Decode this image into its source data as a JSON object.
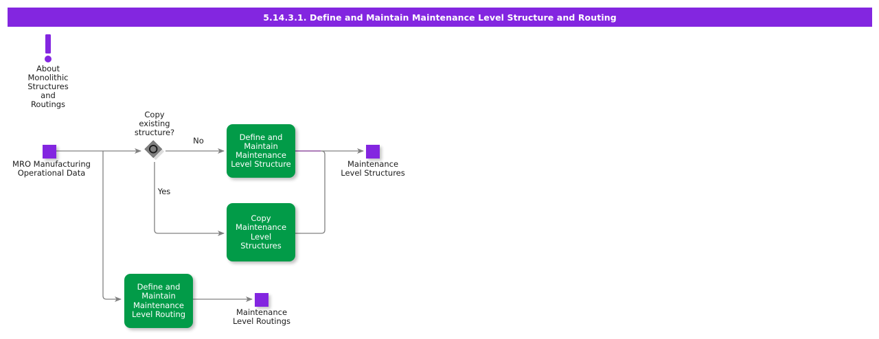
{
  "title_bar": {
    "title": "5.14.3.1. Define and Maintain Maintenance Level Structure and Routing",
    "background_color": "#8326E0",
    "text_color": "#ffffff"
  },
  "colors": {
    "purple": "#8326E0",
    "green": "#029B48",
    "diamond_gray": "#808080",
    "edge_gray": "#808080",
    "edge_purple": "#7B2D8E",
    "canvas": "#ffffff"
  },
  "note": {
    "icon": "exclamation-icon",
    "label": "About\nMonolithic\nStructures\nand\nRoutings"
  },
  "nodes": {
    "input_data": {
      "type": "data-object",
      "icon": "purple-square-icon",
      "label": "MRO Manufacturing\nOperational Data"
    },
    "decision": {
      "type": "decision",
      "icon": "decision-diamond-icon",
      "label": "Copy\nexisting\nstructure?"
    },
    "activity_define_structure": {
      "type": "activity",
      "label": "Define and\nMaintain\nMaintenance\nLevel Structure"
    },
    "activity_copy_structures": {
      "type": "activity",
      "label": "Copy\nMaintenance\nLevel Structures"
    },
    "activity_define_routing": {
      "type": "activity",
      "label": "Define and\nMaintain\nMaintenance\nLevel Routing"
    },
    "output_structures": {
      "type": "data-object",
      "icon": "purple-square-icon",
      "label": "Maintenance\nLevel Structures"
    },
    "output_routings": {
      "type": "data-object",
      "icon": "purple-square-icon",
      "label": "Maintenance\nLevel Routings"
    }
  },
  "edge_labels": {
    "no": "No",
    "yes": "Yes"
  }
}
